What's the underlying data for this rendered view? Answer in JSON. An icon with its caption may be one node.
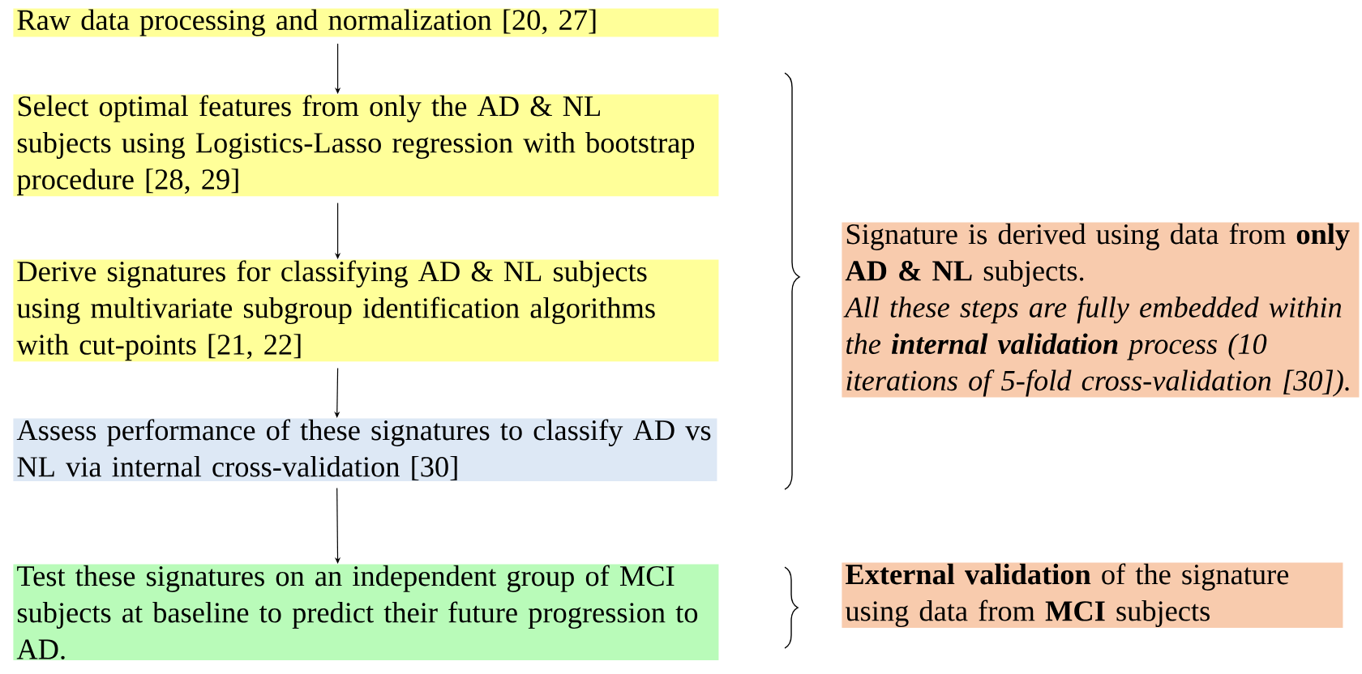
{
  "diagram": {
    "nodes": [
      {
        "text": [
          "Raw data processing and normalization [20, 27]"
        ]
      },
      {
        "text": [
          "Select optimal features from only the AD & NL subjects using Logistics-Lasso regression with bootstrap procedure [28, 29]"
        ]
      },
      {
        "text": [
          "Derive signatures for classifying AD & NL subjects using multivariate subgroup identification algorithms with cut-points [21, 22]"
        ]
      },
      {
        "text": [
          "Assess performance of these signatures to classify AD vs NL via internal cross-validation [30]"
        ]
      },
      {
        "text": [
          "Test these signatures on an independent group of MCI subjects at baseline to predict their future progression to AD."
        ]
      },
      {
        "text": [
          "Signature is derived using data from **only AD & NL** subjects.",
          "All these steps are fully embedded within the **internal validation** process (10 iterations of 5-fold cross-validation [30])."
        ]
      },
      {
        "text": [
          "**External validation** of the signature using data from **MCI** subjects"
        ]
      }
    ],
    "edges": [
      {
        "from": 0,
        "to": 1,
        "arrow": "to"
      },
      {
        "from": 1,
        "to": 2,
        "arrow": "to"
      },
      {
        "from": 2,
        "to": 3,
        "arrow": "to"
      },
      {
        "from": 3,
        "to": 4,
        "arrow": "to"
      }
    ]
  }
}
